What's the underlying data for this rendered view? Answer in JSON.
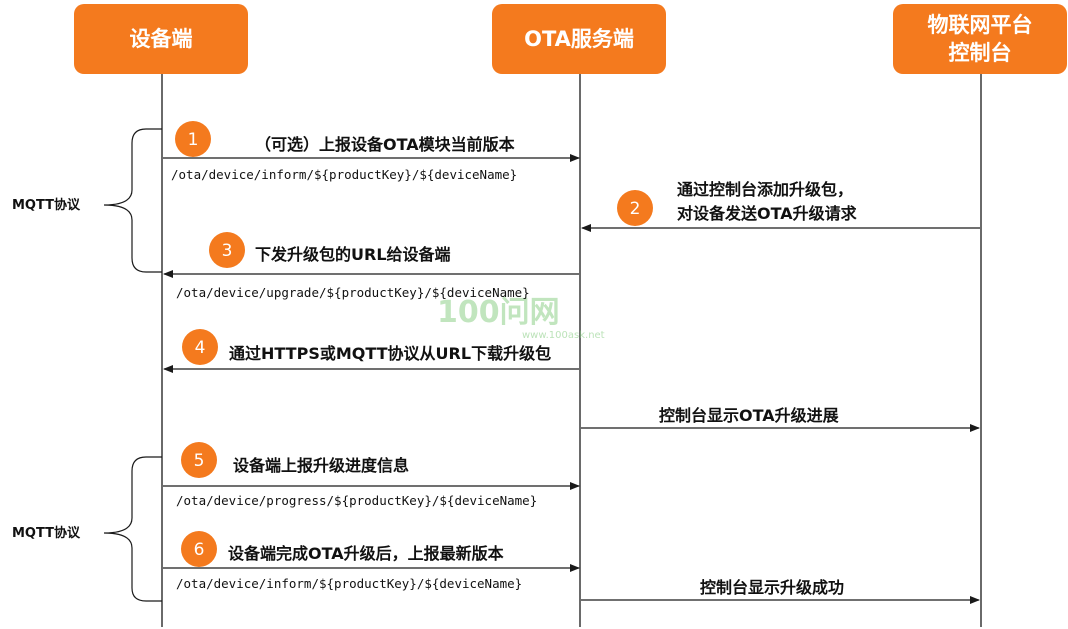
{
  "actors": {
    "device": "设备端",
    "ota_server": "OTA服务端",
    "console_line1": "物联网平台",
    "console_line2": "控制台"
  },
  "steps": [
    {
      "number": "1",
      "label": "（可选）上报设备OTA模块当前版本",
      "topic": "/ota/device/inform/${productKey}/${deviceName}"
    },
    {
      "number": "2",
      "label_line1": "通过控制台添加升级包，",
      "label_line2": "对设备发送OTA升级请求"
    },
    {
      "number": "3",
      "label": "下发升级包的URL给设备端",
      "topic": "/ota/device/upgrade/${productKey}/${deviceName}"
    },
    {
      "number": "4",
      "label": "通过HTTPS或MQTT协议从URL下载升级包"
    },
    {
      "number": "5",
      "label": "设备端上报升级进度信息",
      "topic": "/ota/device/progress/${productKey}/${deviceName}"
    },
    {
      "number": "6",
      "label": "设备端完成OTA升级后，上报最新版本",
      "topic": "/ota/device/inform/${productKey}/${deviceName}"
    }
  ],
  "console_messages": {
    "progress": "控制台显示OTA升级进展",
    "success": "控制台显示升级成功"
  },
  "protocol_labels": {
    "top": "MQTT协议",
    "bottom": "MQTT协议"
  },
  "watermark": {
    "text": "100问网",
    "url": "www.100ask.net"
  },
  "colors": {
    "accent": "#f47a1e",
    "line": "#1a1a1a",
    "watermark": "#8fd08a"
  }
}
